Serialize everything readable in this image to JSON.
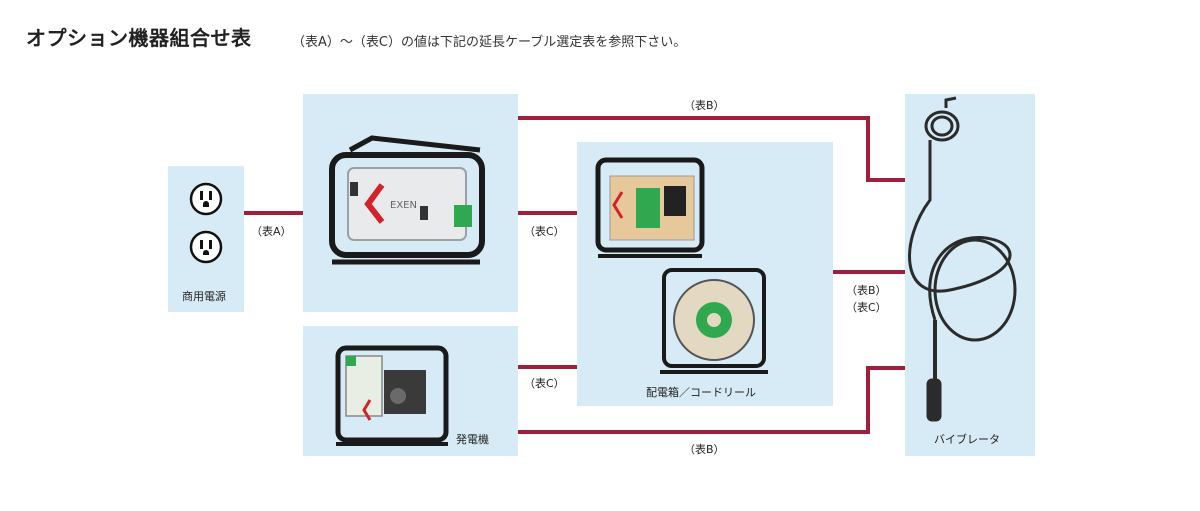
{
  "header": {
    "title": "オプション機器組合せ表",
    "note": "（表A）〜（表C）の値は下記の延長ケーブル選定表を参照下さい。"
  },
  "nodes": {
    "power": {
      "label": "商用電源"
    },
    "converter": {
      "logo_text": "EXEN"
    },
    "generator": {
      "label": "発電機"
    },
    "distribution": {
      "label": "配電箱／コードリール"
    },
    "vibrator": {
      "label": "バイブレータ"
    }
  },
  "edges": {
    "top_b": "（表B）",
    "left_a": "（表A）",
    "mid_c_upper": "（表C）",
    "mid_c_lower": "（表C）",
    "right_b": "（表B）",
    "right_c": "（表C）",
    "bottom_b": "（表B）"
  },
  "colors": {
    "panel": "#d6ebf5",
    "wire": "#a0203c",
    "frame": "#1a1a1a",
    "accent_green": "#2fa84f",
    "accent_red": "#d2232a"
  }
}
